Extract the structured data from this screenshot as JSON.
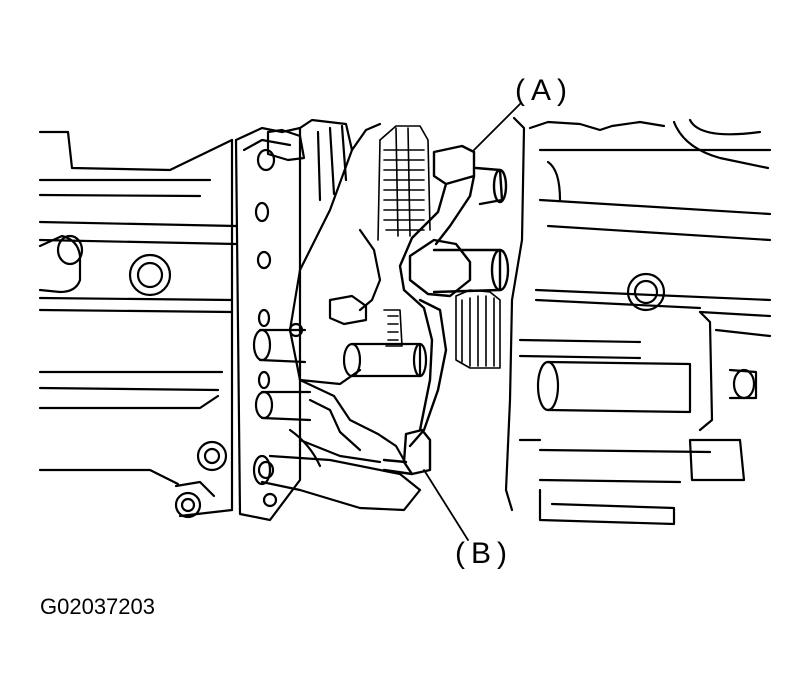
{
  "labels": {
    "a": "(A)",
    "b": "(B)"
  },
  "figure_id": "G02037203",
  "colors": {
    "line": "#000000",
    "background": "#ffffff"
  }
}
